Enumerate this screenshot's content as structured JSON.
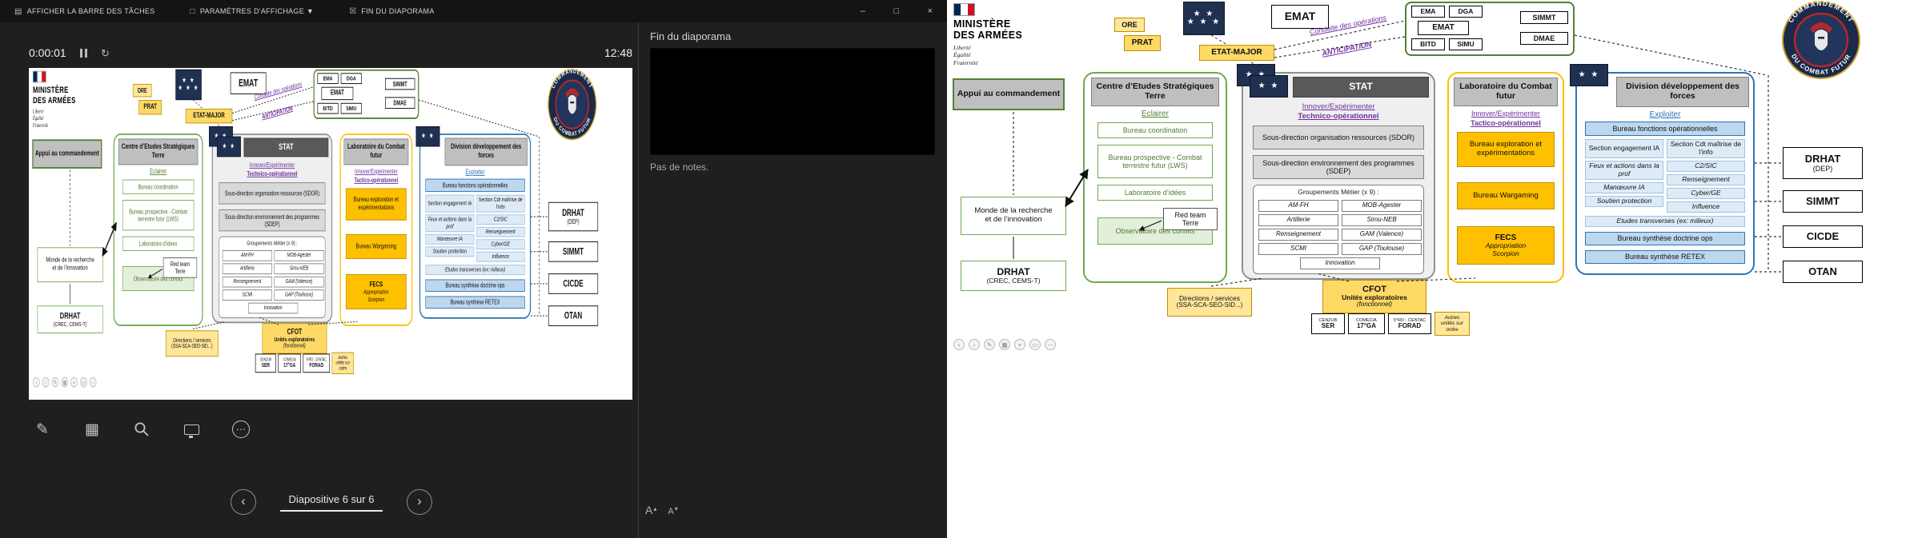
{
  "presenter": {
    "topbar": {
      "taskbar_icon": "▤",
      "show_taskbar": "AFFICHER LA BARRE DES TÂCHES",
      "display_icon": "□",
      "display_settings": "PARAMÈTRES D'AFFICHAGE ▼",
      "end_icon": "☒",
      "end_slideshow": "FIN DU DIAPORAMA",
      "minimize": "–",
      "restore": "□",
      "close": "×"
    },
    "timer": "0:00:01",
    "restart_icon": "↻",
    "clock": "12:48",
    "icons": {
      "pen": "✎",
      "all_slides": "▦",
      "more": "⋯"
    },
    "nav": {
      "prev": "‹",
      "label": "Diapositive 6 sur 6",
      "next": "›"
    },
    "notes": {
      "header": "Fin du diaporama",
      "empty": "Pas de notes.",
      "font_label": "A",
      "inc_caret": "▴",
      "dec_caret": "▾"
    }
  },
  "slideshow": {
    "controls": [
      "‹",
      "›",
      "✎",
      "▦",
      "+",
      "▭",
      "⋯"
    ]
  },
  "slide": {
    "ministry": {
      "l1": "MINISTÈRE",
      "l2": "DES ARMÉES",
      "motto1": "Liberté",
      "motto2": "Égalité",
      "motto3": "Fraternité"
    },
    "insignia": {
      "cemat_row1": "★ ★",
      "cemat_row2": "★ ★ ★",
      "stat_a": "★ ★",
      "stat_b": "★ ★",
      "division": "★ ★"
    },
    "top": {
      "ore": "ORE",
      "prat": "PRAT",
      "emat": "EMAT",
      "etat_major": "ETAT-MAJOR",
      "conduite": "Conduite des opérations",
      "anticipation": "ANTICIPATION"
    },
    "hq": {
      "ema": "EMA",
      "dga": "DGA",
      "emat": "EMAT",
      "simmt": "SIMMT",
      "bitd": "BITD",
      "simu": "SIMU",
      "dmae": "DMAE"
    },
    "badge": {
      "top": "COMMANDEMENT",
      "bottom": "DU COMBAT FUTUR"
    },
    "appui": "Appui au commandement",
    "cest": {
      "title": "Centre d’Etudes Stratégiques Terre",
      "tagline": "Eclairer",
      "items": [
        "Bureau coordination",
        "Bureau prospective - Combat terrestre futur (LWS)",
        "Laboratoire d’idées",
        "Observatoire des conflits"
      ]
    },
    "stat": {
      "title": "STAT",
      "t1": "Innover/Expérimenter",
      "t2": "Technico-opérationnel",
      "sdor": "Sous-direction organisation ressources (SDOR)",
      "sdep": "Sous-direction environnement des programmes (SDEP)",
      "group_label": "Groupements Métier (x 9) :",
      "groups": [
        "AM-FH",
        "MOB-Agester",
        "Artillerie",
        "Simu-NEB",
        "Renseignement",
        "GAM (Valence)",
        "SCMI",
        "GAP (Toulouse)"
      ],
      "innovation": "Innovation"
    },
    "lab": {
      "title": "Laboratoire du Combat futur",
      "t1": "Innover/Expérimenter",
      "t2": "Tactico-opérationnel",
      "b1": "Bureau exploration et expérimentations",
      "b2": "Bureau Wargaming",
      "fecs": "FECS",
      "fecs_sub1": "Appropriation",
      "fecs_sub2": "Scorpion"
    },
    "division": {
      "title": "Division développement des forces",
      "tagline": "Exploiter",
      "b1": "Bureau fonctions opérationnelles",
      "left_head": "Section engagement IA",
      "right_head": "Section Cdt maîtrise de l’info",
      "left_items": [
        "Feux et actions dans la prof",
        "Manœuvre IA",
        "Soutien protection"
      ],
      "right_items": [
        "C2/SIC",
        "Renseignement",
        "Cyber/GE",
        "Influence"
      ],
      "etudes": "Etudes transverses (ex: milieux)",
      "b2": "Bureau synthèse doctrine ops",
      "b3": "Bureau synthèse RETEX"
    },
    "partners": {
      "drhat": "DRHAT",
      "drhat_sub": "(DEP)",
      "simmt": "SIMMT",
      "cicde": "CICDE",
      "otan": "OTAN"
    },
    "left": {
      "monde": "Monde de la recherche et de l’innovation",
      "drhat": "DRHAT",
      "drhat_sub": "(CREC, CEMS-T)",
      "redteam": "Red team Terre"
    },
    "bottom": {
      "directions_l1": "Directions / services",
      "directions_l2": "(SSA-SCA-SEO-SID...)",
      "cfot": "CFOT",
      "cfot_sub1": "Unités exploratoires",
      "cfot_sub2": "(fonctionnel)",
      "units": [
        {
          "t": "CENZUB",
          "b": "SER"
        },
        {
          "t": "COMECIA",
          "b": "17°GA"
        },
        {
          "t": "5°RD - CENTAC",
          "b": "FORAD"
        },
        {
          "t": "Autres",
          "b": "unités sur ordre"
        }
      ]
    }
  }
}
